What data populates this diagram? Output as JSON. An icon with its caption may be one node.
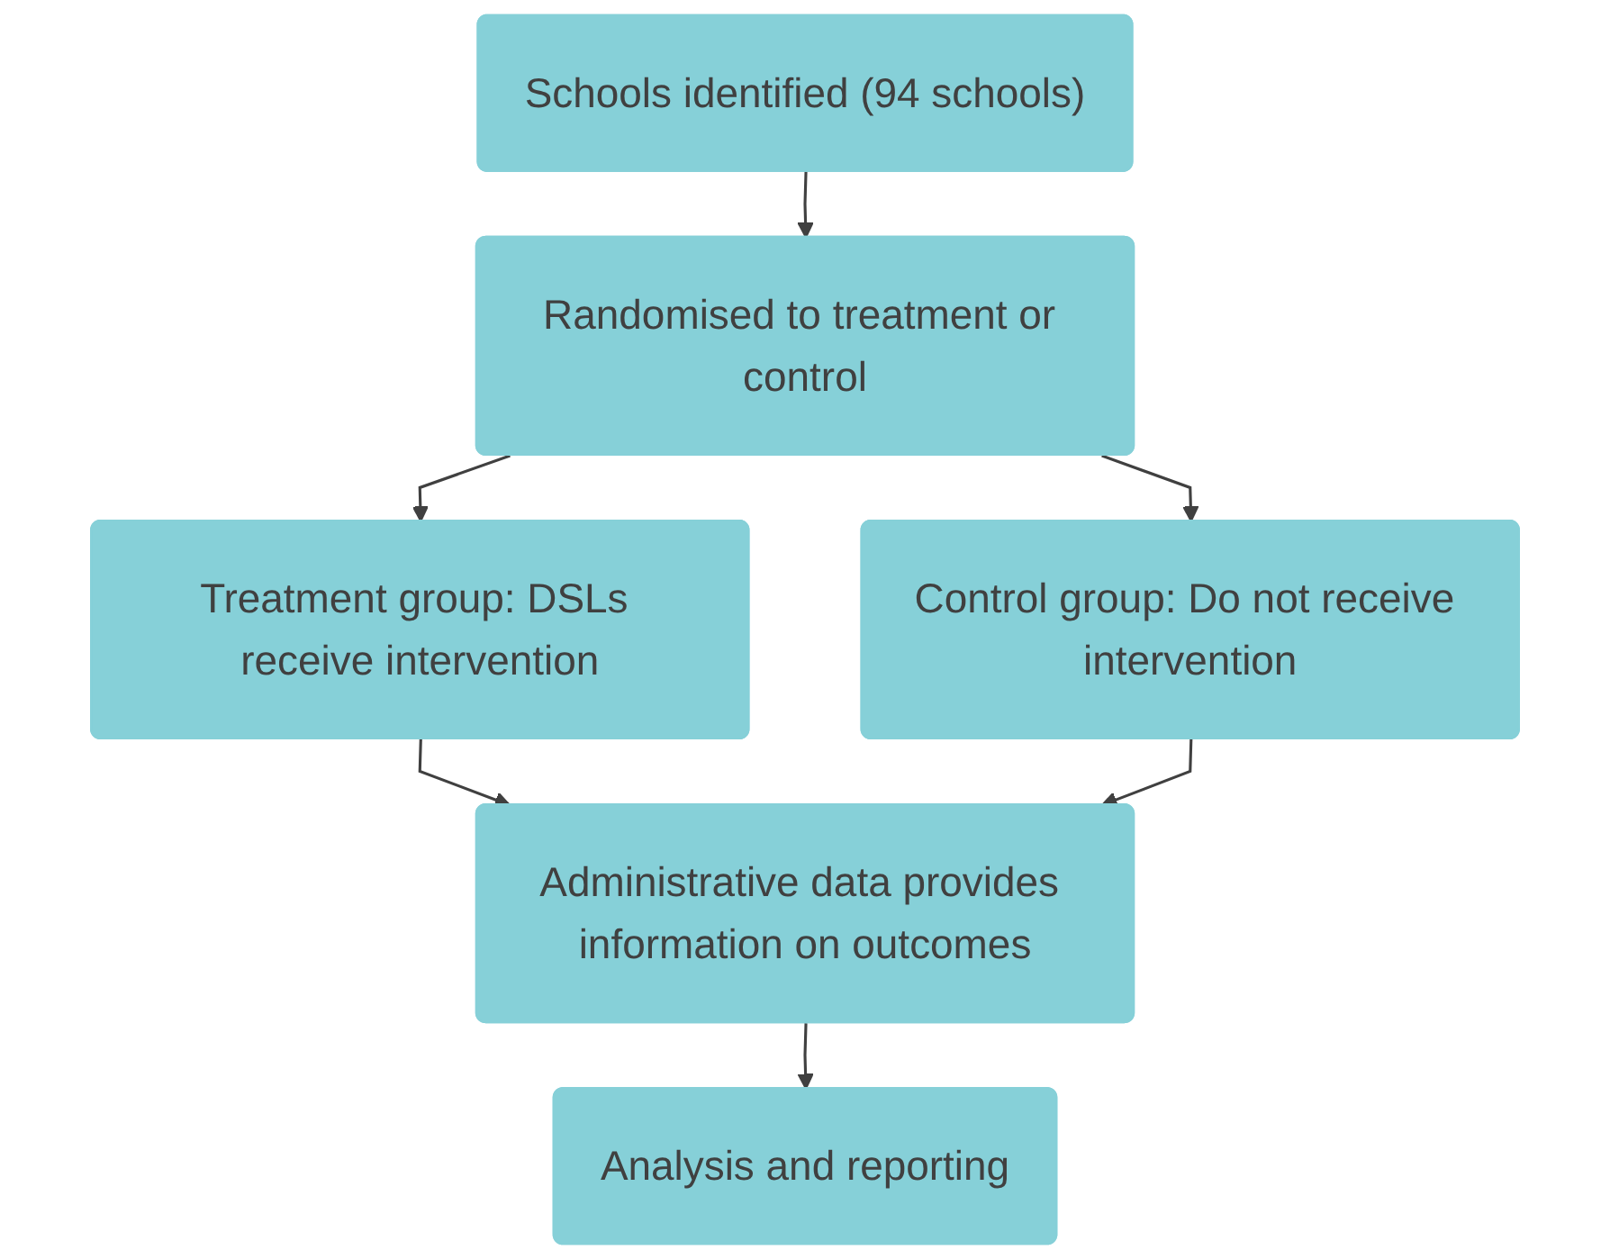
{
  "diagram": {
    "nodes": [
      {
        "text": [
          "Schools identified (94 schools)"
        ]
      },
      {
        "text": [
          "Randomised to treatment or control"
        ]
      },
      {
        "text": [
          "Treatment group: DSLs receive intervention"
        ]
      },
      {
        "text": [
          "Control group: Do not receive intervention"
        ]
      },
      {
        "text": [
          "Administrative data provides information on outcomes"
        ]
      },
      {
        "text": [
          "Analysis and reporting"
        ]
      }
    ],
    "edges": [
      {
        "from": 0,
        "to": 1,
        "arrow": "to"
      },
      {
        "from": 1,
        "to": 2,
        "arrow": "to"
      },
      {
        "from": 1,
        "to": 3,
        "arrow": "to"
      },
      {
        "from": 2,
        "to": 4,
        "arrow": "to"
      },
      {
        "from": 3,
        "to": 4,
        "arrow": "to"
      },
      {
        "from": 4,
        "to": 5,
        "arrow": "to"
      }
    ]
  }
}
